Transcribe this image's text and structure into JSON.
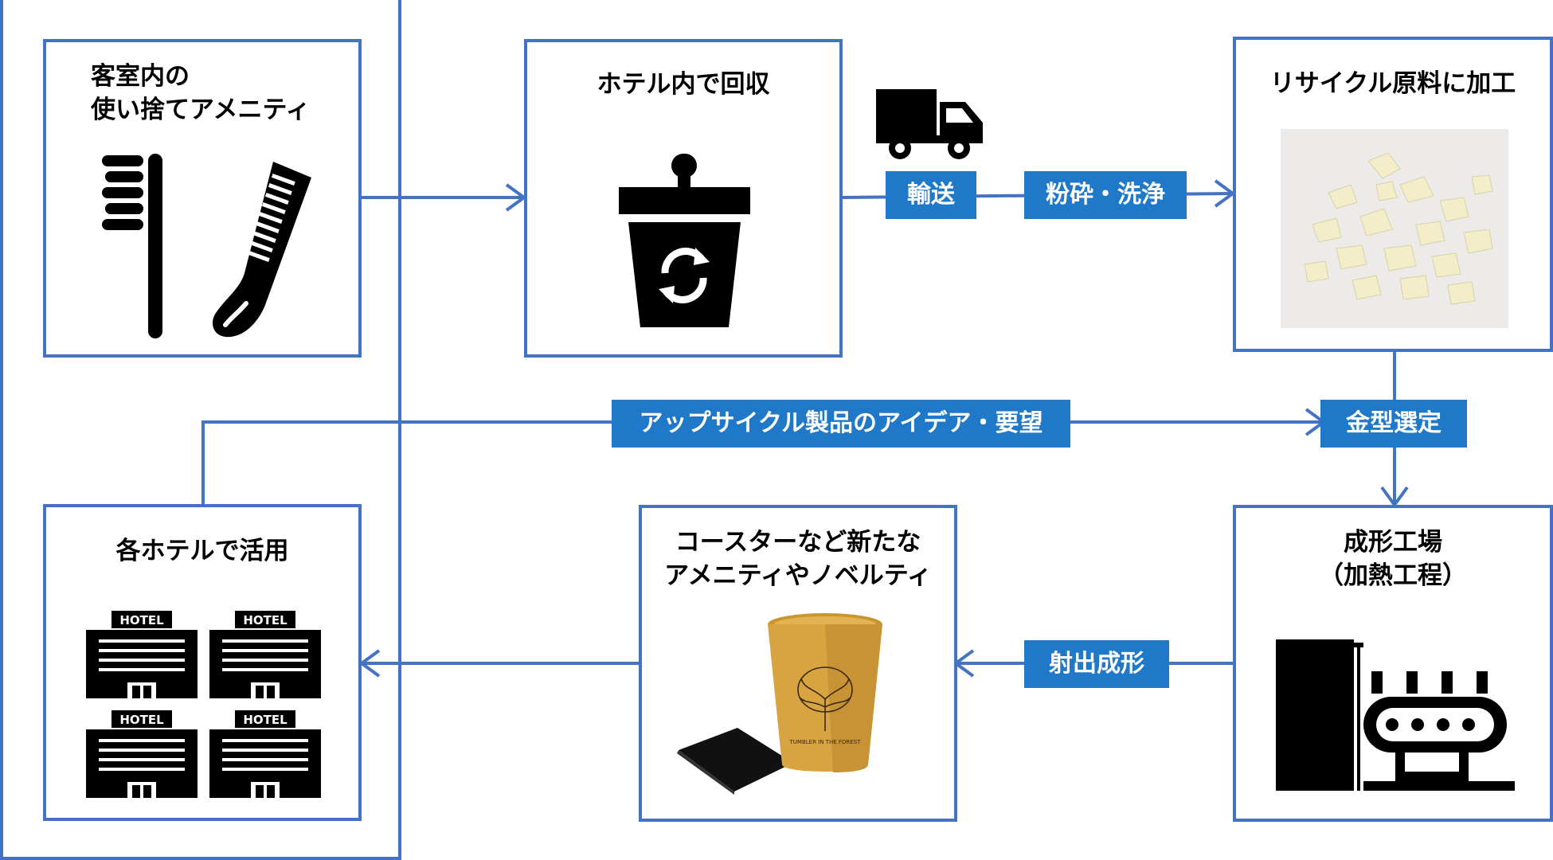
{
  "colors": {
    "border": "#4472c4",
    "connector": "#4472c4",
    "tag_bg": "#1f78c8",
    "tag_text": "#ffffff",
    "icon": "#000000"
  },
  "nodes": {
    "amenities": {
      "title_lines": [
        "客室内の",
        "使い捨てアメニティ"
      ],
      "icons": [
        "toothbrush-icon",
        "comb-icon"
      ]
    },
    "collection": {
      "title": "ホテル内で回収",
      "icons": [
        "recycle-bin-icon"
      ]
    },
    "recycle_material": {
      "title": "リサイクル原料に加工",
      "icons": [
        "plastic-flakes-photo"
      ]
    },
    "factory": {
      "title_lines": [
        "成形工場",
        "（加熱工程）"
      ],
      "icons": [
        "factory-icon"
      ]
    },
    "products": {
      "title_lines": [
        "コースターなど新たな",
        "アメニティやノベルティ"
      ],
      "icons": [
        "cup-and-coaster-photo"
      ],
      "cup_print": "TUMBLER IN THE FOREST"
    },
    "hotels": {
      "title": "各ホテルで活用",
      "icons": [
        "hotel-building-icon"
      ],
      "hotel_label": "HOTEL"
    }
  },
  "edge_labels": {
    "transport": "輸送",
    "crush_wash": "粉砕・洗浄",
    "ideas": "アップサイクル製品のアイデア・要望",
    "mold_selection": "金型選定",
    "injection": "射出成形"
  },
  "transport_icon": "truck-icon"
}
